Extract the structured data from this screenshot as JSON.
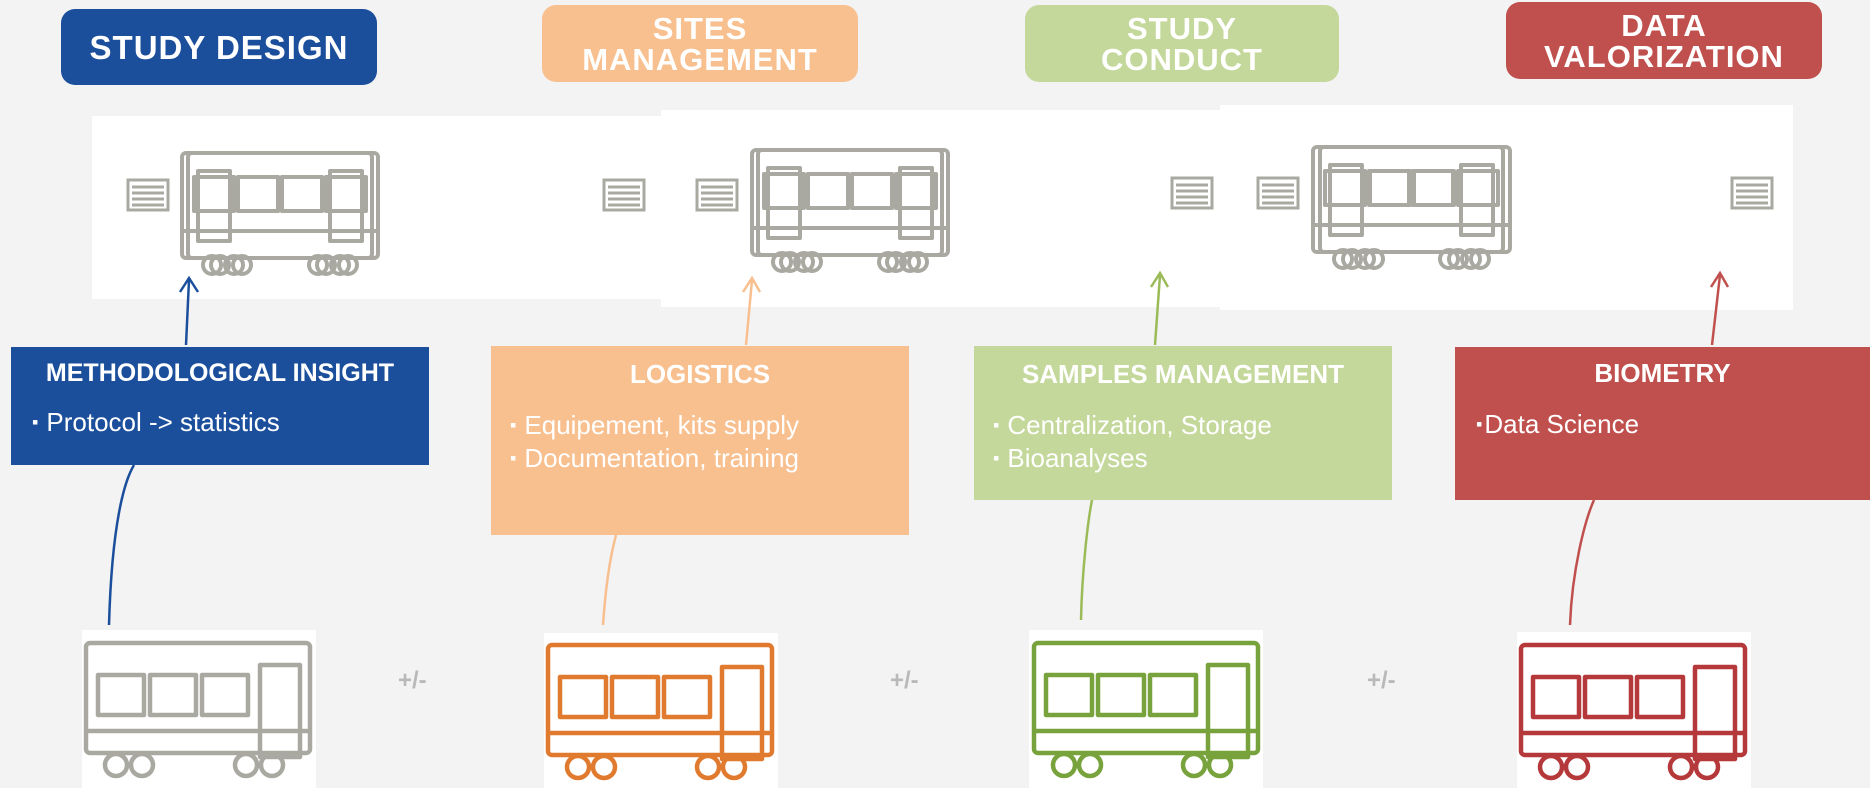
{
  "phases": [
    {
      "id": "study-design",
      "header": "STUDY DESIGN",
      "color": "#1b4f9c",
      "box_title": "METHODOLOGICAL INSIGHT",
      "items": [
        "Protocol -> statistics"
      ]
    },
    {
      "id": "sites-management",
      "header": "SITES\nMANAGEMENT",
      "color": "#f8bf8f",
      "box_title": "LOGISTICS",
      "items": [
        "Equipement, kits supply",
        "Documentation, training"
      ]
    },
    {
      "id": "study-conduct",
      "header": "STUDY\nCONDUCT",
      "color": "#c4d89b",
      "box_title": "SAMPLES MANAGEMENT",
      "items": [
        "Centralization, Storage",
        "Bioanalyses"
      ]
    },
    {
      "id": "data-valorization",
      "header": "DATA\nVALORIZATION",
      "color": "#c0504d",
      "box_title": "BIOMETRY",
      "items": [
        "Data Science"
      ]
    }
  ],
  "wagon_colors": {
    "sketch_gray": "#a9a9a2",
    "study_design": "#a9a9a2",
    "sites_management": "#e07a2e",
    "study_conduct": "#78a23c",
    "data_valorization": "#b5383a"
  },
  "connector": "+/-"
}
